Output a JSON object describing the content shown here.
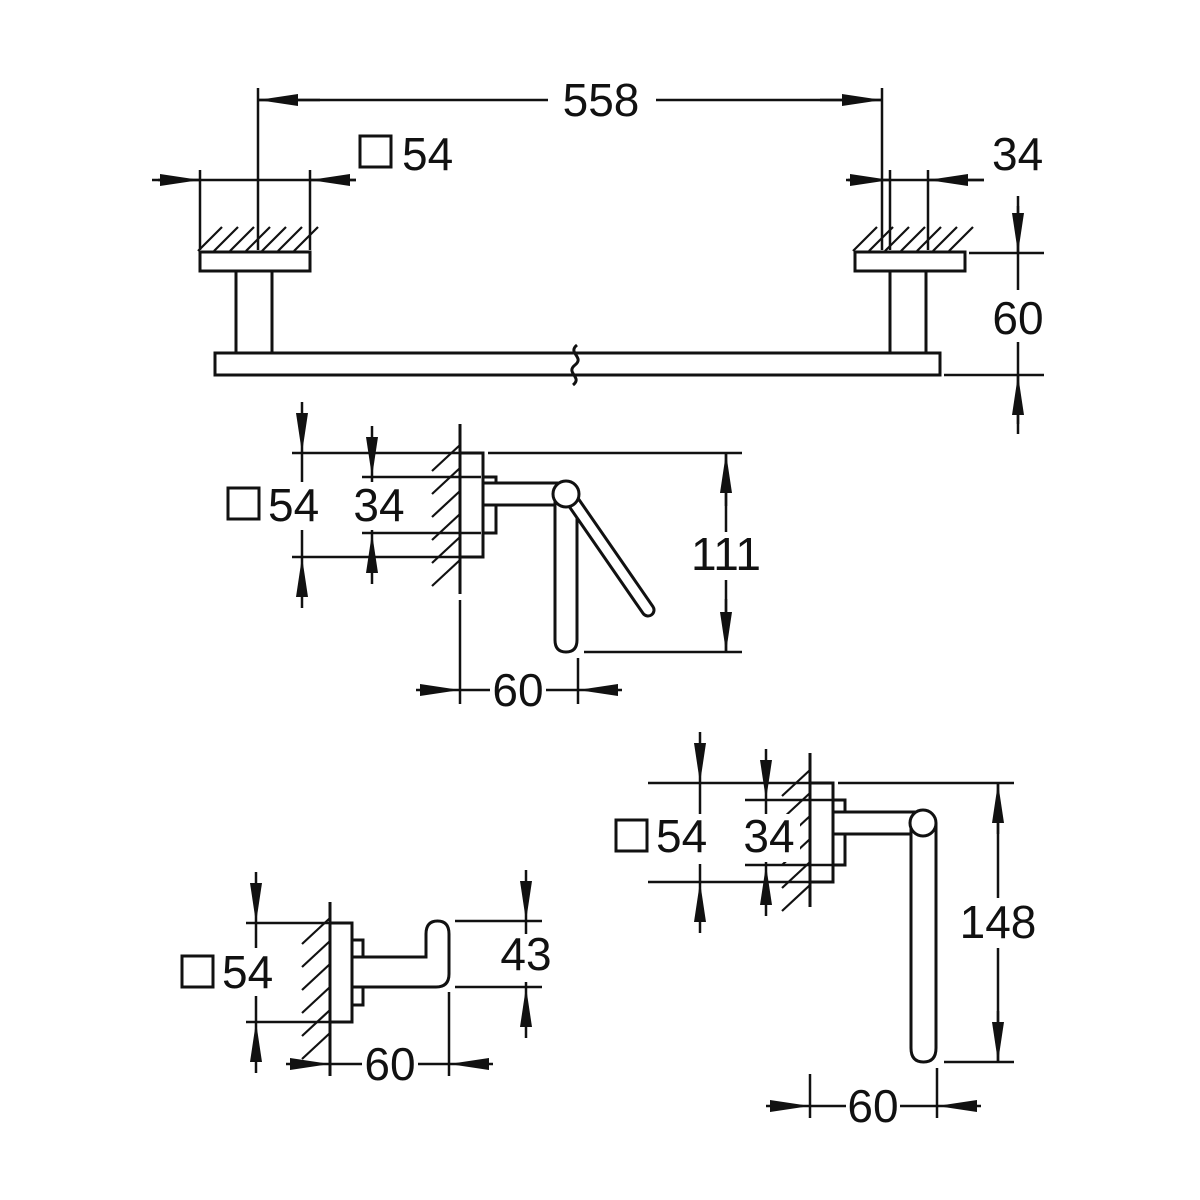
{
  "colors": {
    "ink": "#111111",
    "background": "#ffffff"
  },
  "symbols": {
    "square_profile": "□"
  },
  "dims": {
    "towel_bar": {
      "length": "558",
      "plate": "54",
      "rose": "34",
      "drop": "60"
    },
    "paper_holder": {
      "plate": "54",
      "rose": "34",
      "height": "111",
      "projection": "60"
    },
    "robe_hook": {
      "plate": "54",
      "height": "43",
      "projection": "60"
    },
    "towel_ring": {
      "plate": "54",
      "rose": "34",
      "height": "148",
      "projection": "60"
    }
  }
}
